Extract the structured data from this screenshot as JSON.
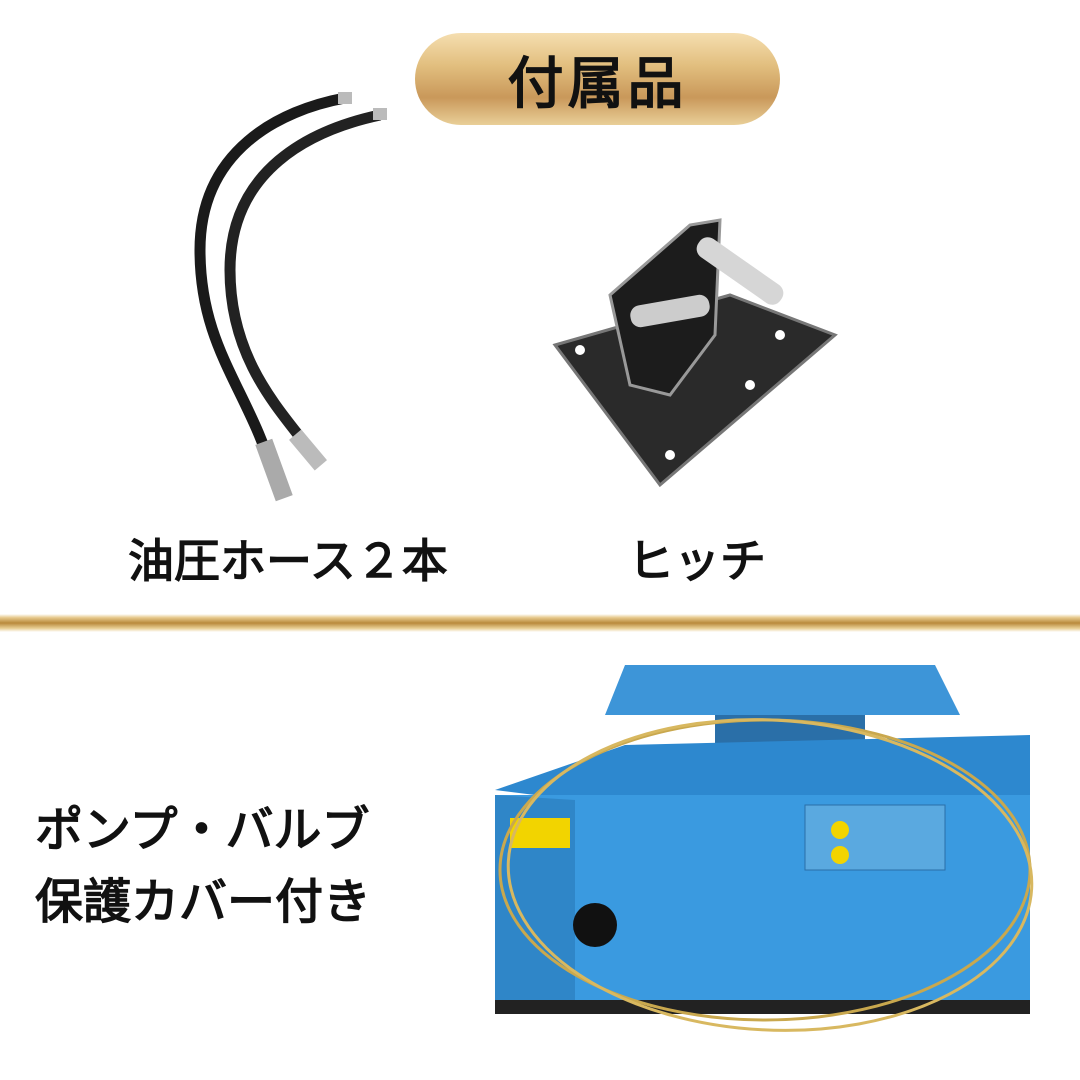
{
  "header": {
    "title": "付属品"
  },
  "items": [
    {
      "label": "油圧ホース２本",
      "icon": "hydraulic-hose"
    },
    {
      "label": "ヒッチ",
      "icon": "hitch"
    }
  ],
  "feature": {
    "line1": "ポンプ・バルブ",
    "line2": "保護カバー付き"
  },
  "colors": {
    "gold": "#c9985a",
    "machine_blue": "#2f8fd6"
  }
}
